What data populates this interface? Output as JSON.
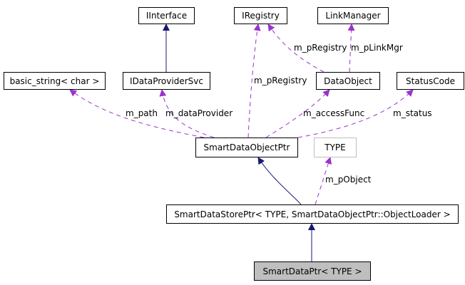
{
  "diagram": {
    "type": "collaboration-graph",
    "colors": {
      "inheritance": "#191970",
      "usage": "#9a32cd",
      "node_border": "#000000",
      "template_border": "#bfbfbf",
      "current_fill": "#bfbfbf"
    },
    "nodes": {
      "iinterface": "IInterface",
      "iregistry": "IRegistry",
      "linkmanager": "LinkManager",
      "basic_string": "basic_string< char >",
      "idataprovidersvc": "IDataProviderSvc",
      "dataobject": "DataObject",
      "statuscode": "StatusCode",
      "smartdataobjectptr": "SmartDataObjectPtr",
      "type": "TYPE",
      "smartdatastoreptr": "SmartDataStorePtr< TYPE, SmartDataObjectPtr::ObjectLoader >",
      "smartdataptr": "SmartDataPtr< TYPE >"
    },
    "edge_labels": {
      "dataobject_iregistry": "m_pRegistry",
      "dataobject_linkmanager": "m_pLinkMgr",
      "sdop_iregistry": "m_pRegistry",
      "sdop_basic_string": "m_path",
      "sdop_idataprovidersvc": "m_dataProvider",
      "sdop_dataobject": "m_accessFunc",
      "sdop_statuscode": "m_status",
      "sdsp_type": "m_pObject"
    },
    "edges": [
      {
        "from": "IDataProviderSvc",
        "to": "IInterface",
        "kind": "inheritance"
      },
      {
        "from": "DataObject",
        "to": "IRegistry",
        "kind": "usage",
        "label": "m_pRegistry"
      },
      {
        "from": "DataObject",
        "to": "LinkManager",
        "kind": "usage",
        "label": "m_pLinkMgr"
      },
      {
        "from": "SmartDataObjectPtr",
        "to": "basic_string< char >",
        "kind": "usage",
        "label": "m_path"
      },
      {
        "from": "SmartDataObjectPtr",
        "to": "IDataProviderSvc",
        "kind": "usage",
        "label": "m_dataProvider"
      },
      {
        "from": "SmartDataObjectPtr",
        "to": "IRegistry",
        "kind": "usage",
        "label": "m_pRegistry"
      },
      {
        "from": "SmartDataObjectPtr",
        "to": "DataObject",
        "kind": "usage",
        "label": "m_accessFunc"
      },
      {
        "from": "SmartDataObjectPtr",
        "to": "StatusCode",
        "kind": "usage",
        "label": "m_status"
      },
      {
        "from": "SmartDataStorePtr< TYPE, SmartDataObjectPtr::ObjectLoader >",
        "to": "SmartDataObjectPtr",
        "kind": "inheritance"
      },
      {
        "from": "SmartDataStorePtr< TYPE, SmartDataObjectPtr::ObjectLoader >",
        "to": "TYPE",
        "kind": "usage",
        "label": "m_pObject"
      },
      {
        "from": "SmartDataPtr< TYPE >",
        "to": "SmartDataStorePtr< TYPE, SmartDataObjectPtr::ObjectLoader >",
        "kind": "inheritance"
      }
    ]
  }
}
